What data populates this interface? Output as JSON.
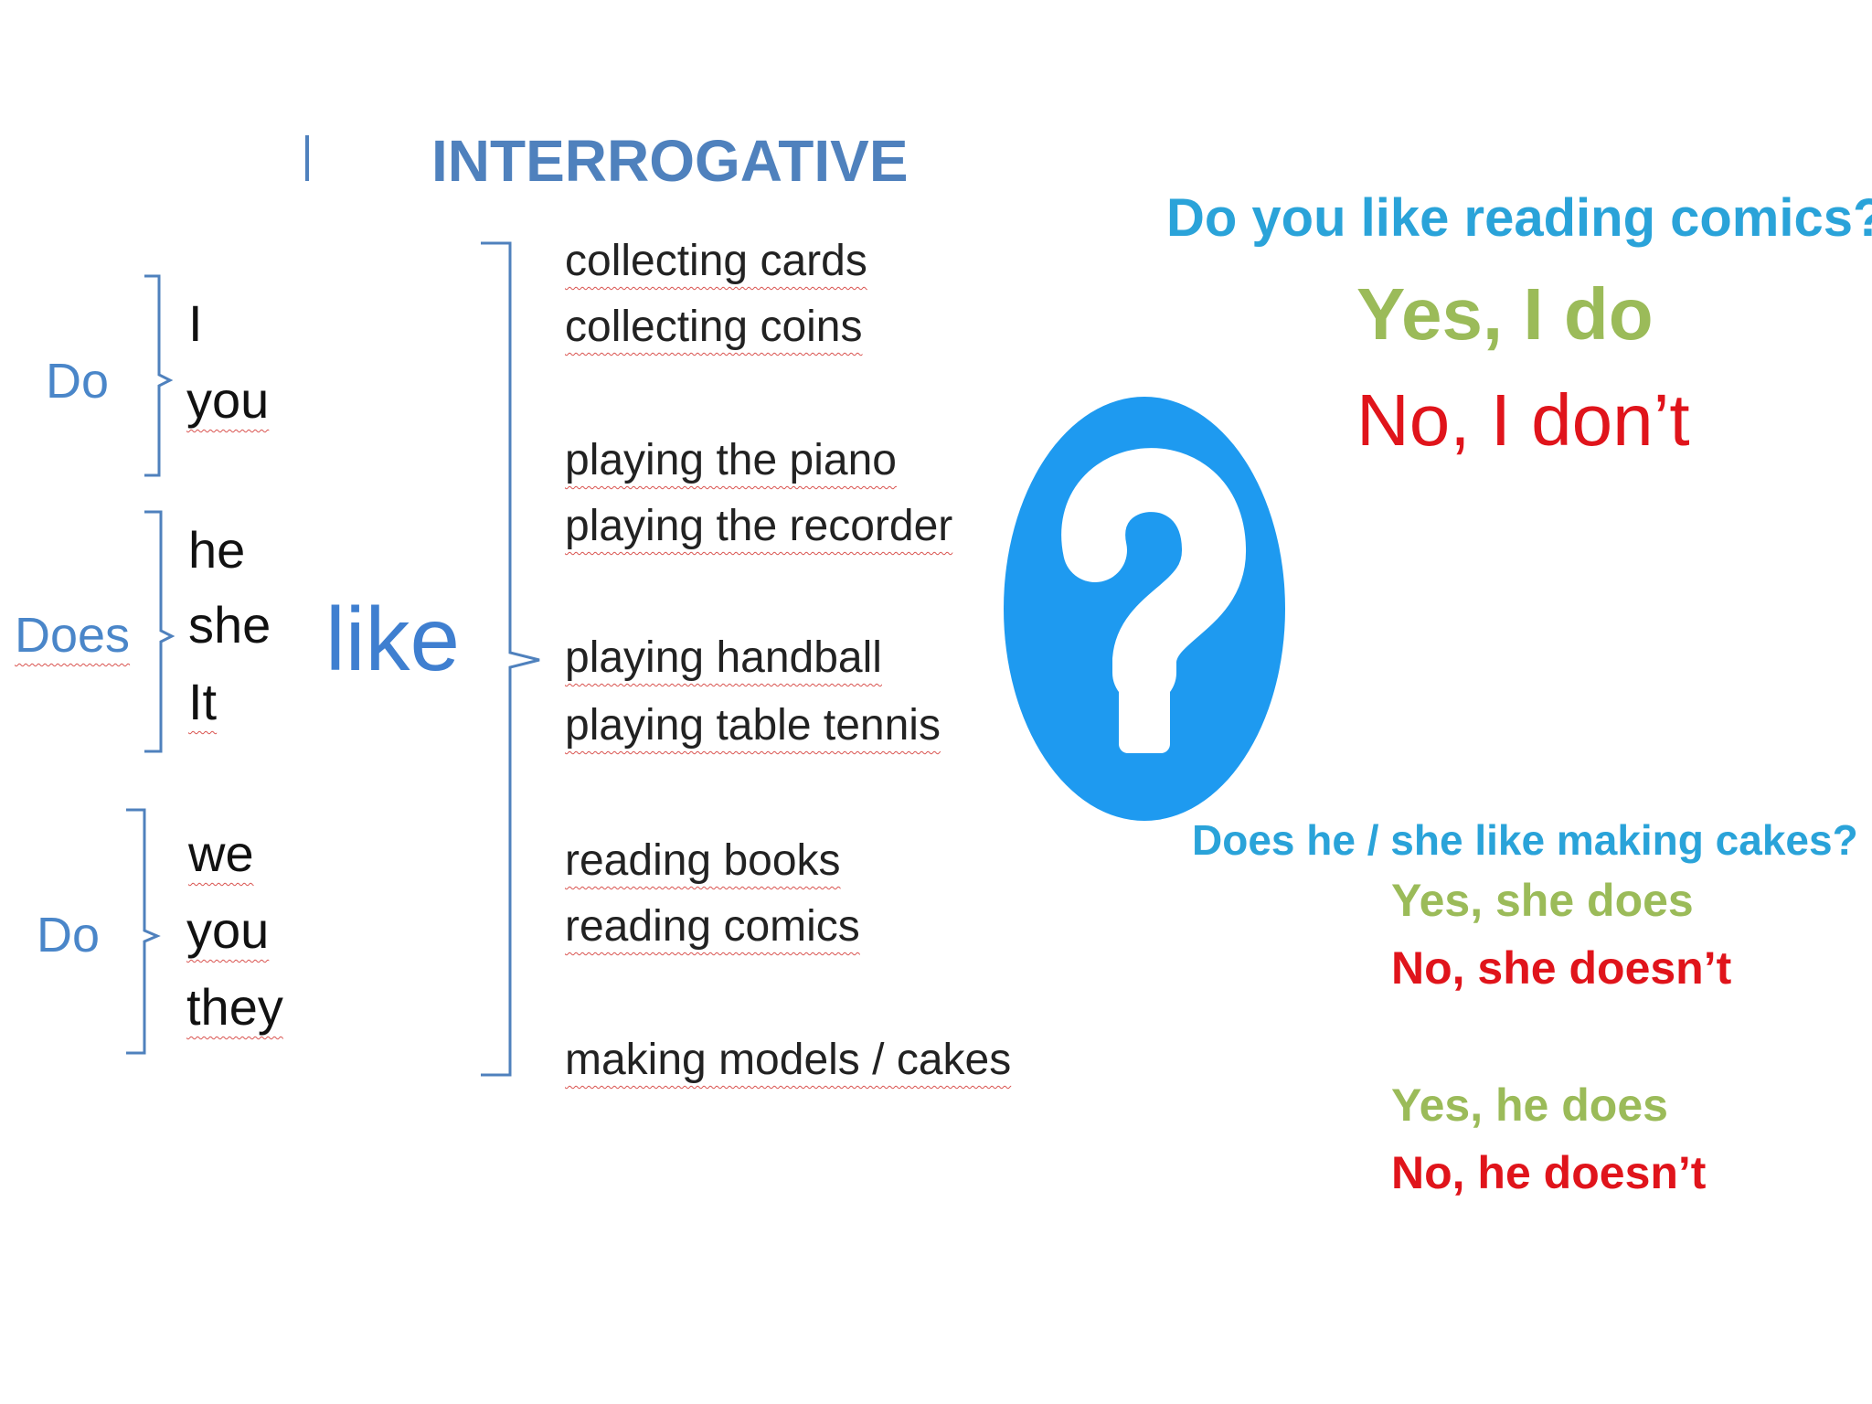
{
  "title": "INTERROGATIVE",
  "auxiliaries": {
    "do_top": "Do",
    "does": "Does",
    "do_bottom": "Do"
  },
  "pronouns": {
    "group1": [
      "I",
      "you"
    ],
    "group2": [
      "he",
      "she",
      "It"
    ],
    "group3": [
      "we",
      "you",
      "they"
    ]
  },
  "verb": "like",
  "activities": [
    "collecting cards",
    "collecting coins",
    "playing the piano",
    "playing the recorder",
    "playing handball",
    "playing table tennis",
    "reading books",
    "reading comics",
    "making models / cakes"
  ],
  "question_icon": "question-mark-circle-icon",
  "question_1": {
    "text": "Do you like reading comics?",
    "yes": "Yes, I do",
    "no": "No, I don’t"
  },
  "question_2": {
    "text": "Does he / she like making cakes?",
    "yes_she": "Yes, she does",
    "no_she": "No, she doesn’t",
    "yes_he": "Yes, he does",
    "no_he": "No, he doesn’t"
  },
  "colors": {
    "title": "#4f81bd",
    "bracket": "#4f81bd",
    "icon": "#1e9af0",
    "question": "#2aa3d9",
    "yes": "#9bbb59",
    "no": "#e0141b"
  }
}
